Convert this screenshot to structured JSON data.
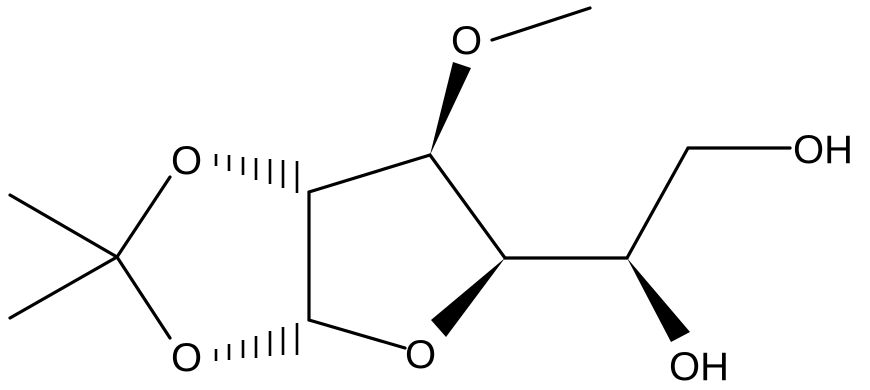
{
  "structure": {
    "atom_labels": {
      "o_dioxolane_top": "O",
      "o_dioxolane_bottom": "O",
      "o_ring": "O",
      "o_methoxy": "O",
      "oh_primary": "OH",
      "oh_secondary": "OH"
    },
    "colors": {
      "ink": "#000000",
      "background": "#ffffff"
    }
  }
}
